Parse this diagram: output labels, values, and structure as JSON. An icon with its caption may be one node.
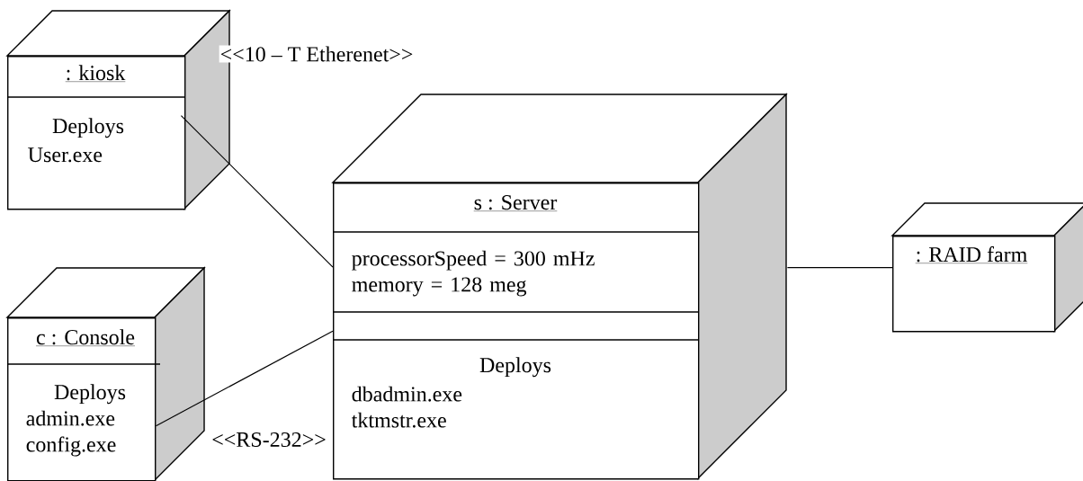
{
  "diagram": {
    "nodes": [
      {
        "text": [
          ": kiosk",
          "Deploys",
          "User.exe"
        ]
      },
      {
        "text": [
          "s : Server",
          "processorSpeed = 300 mHz memory = 128 meg",
          "Deploys",
          "dbadmin.exe tktmstr.exe"
        ]
      },
      {
        "text": [
          "c : Console",
          "Deploys",
          "admin.exe config.exe"
        ]
      },
      {
        "text": [
          ": RAID farm"
        ]
      }
    ],
    "edges": [
      {
        "from": 0,
        "to": 1,
        "arrow": "none",
        "label": "<<10 – T Etherenet>>"
      },
      {
        "from": 2,
        "to": 1,
        "arrow": "none",
        "label": "<<RS-232>>"
      },
      {
        "from": 1,
        "to": 3,
        "arrow": "none"
      }
    ]
  }
}
